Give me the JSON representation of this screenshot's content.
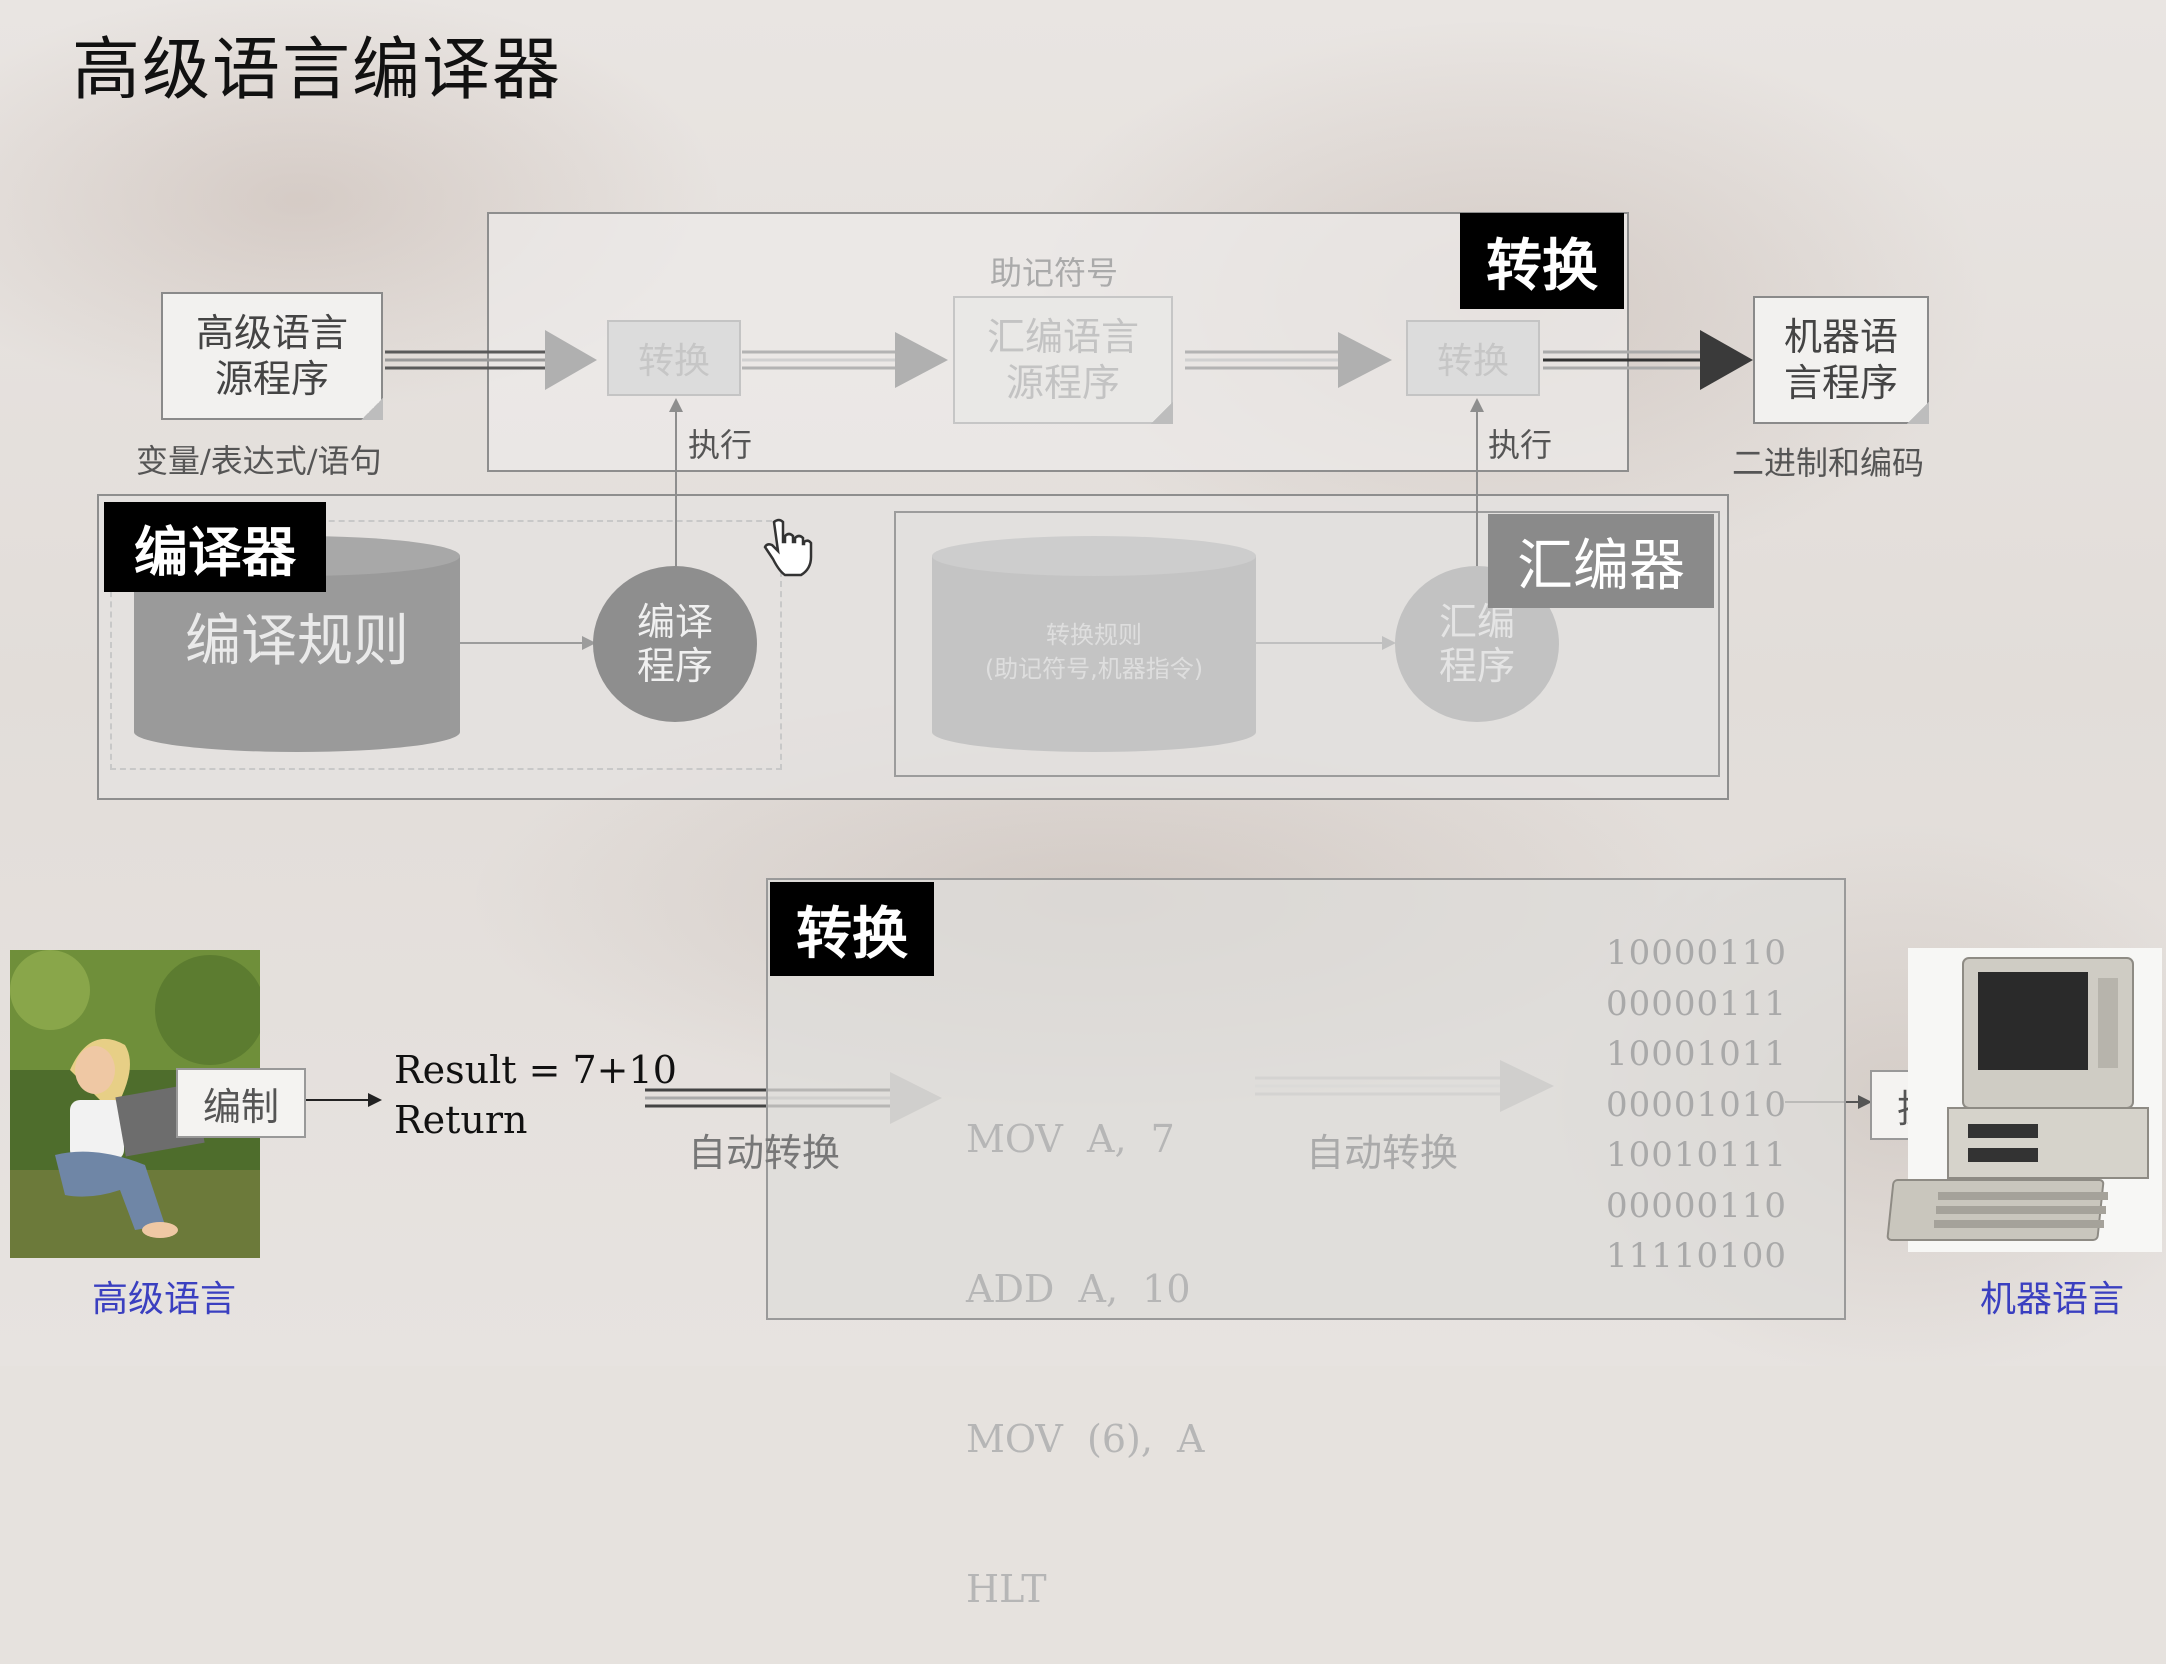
{
  "title": "高级语言编译器",
  "top": {
    "source_doc": [
      "高级语言",
      "源程序"
    ],
    "source_caption": "变量/表达式/语句",
    "convert_box_1": "转换",
    "exec_1": "执行",
    "mnemonic_caption": "助记符号",
    "asm_doc": [
      "汇编语言",
      "源程序"
    ],
    "convert_box_2": "转换",
    "exec_2": "执行",
    "convert_tag": "转换",
    "machine_doc": [
      "机器语",
      "言程序"
    ],
    "machine_caption": "二进制和编码"
  },
  "compiler": {
    "tag": "编译器",
    "rules": "编译规则",
    "program": [
      "编译",
      "程序"
    ]
  },
  "assembler": {
    "tag": "汇编器",
    "rules": [
      "转换规则",
      "(助记符号,机器指令)"
    ],
    "program": [
      "汇编",
      "程序"
    ]
  },
  "bottom": {
    "compose_box": "编制",
    "high_level_caption": "高级语言",
    "code_lines": [
      "Result = 7+10",
      "Return"
    ],
    "auto_convert_1": "自动转换",
    "convert_tag": "转换",
    "asm_lines": [
      "MOV  A,  7",
      "ADD  A,  10",
      "MOV  (6),  A",
      "HLT"
    ],
    "auto_convert_2": "自动转换",
    "binary_lines": [
      "10000110",
      "00000111",
      "10001011",
      "00001010",
      "10010111",
      "00000110",
      "11110100"
    ],
    "execute_box": "执行",
    "machine_caption": "机器语言"
  }
}
